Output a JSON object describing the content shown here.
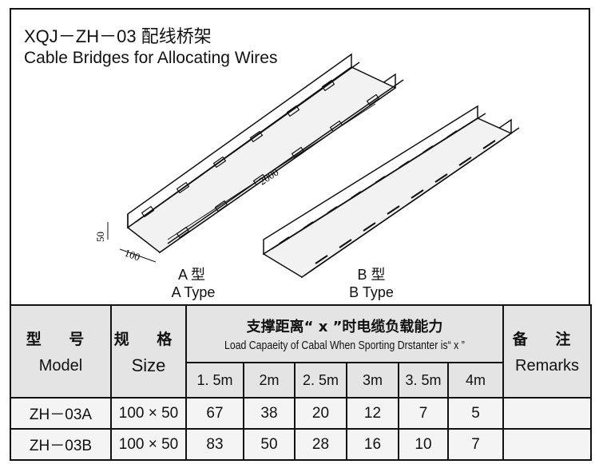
{
  "title": {
    "line1": "XQJ－ZH－03 配线桥架",
    "line2": "Cable Bridges for Allocating Wires"
  },
  "drawing": {
    "dimensions": {
      "length": "2000",
      "height": "50",
      "width": "100"
    },
    "type_a": {
      "cn": "A 型",
      "en": "A Type"
    },
    "type_b": {
      "cn": "B 型",
      "en": "B Type"
    }
  },
  "table": {
    "headers": {
      "model_cn": "型 号",
      "model_en": "Model",
      "size_cn": "规 格",
      "size_en": "Size",
      "load_cn": "支撑距离“ x ”时电缆负载能力",
      "load_en": "Load Capaeity of Cabal When Sporting Drstanter is“ x ”",
      "remarks_cn": "备 注",
      "remarks_en": "Remarks",
      "spans": [
        "1. 5m",
        "2m",
        "2. 5m",
        "3m",
        "3. 5m",
        "4m"
      ]
    },
    "rows": [
      {
        "model": "ZH－03A",
        "size": "100 × 50",
        "values": [
          "67",
          "38",
          "20",
          "12",
          "7",
          "5"
        ],
        "remarks": ""
      },
      {
        "model": "ZH－03B",
        "size": "100 × 50",
        "values": [
          "83",
          "50",
          "28",
          "16",
          "10",
          "7"
        ],
        "remarks": ""
      }
    ]
  }
}
